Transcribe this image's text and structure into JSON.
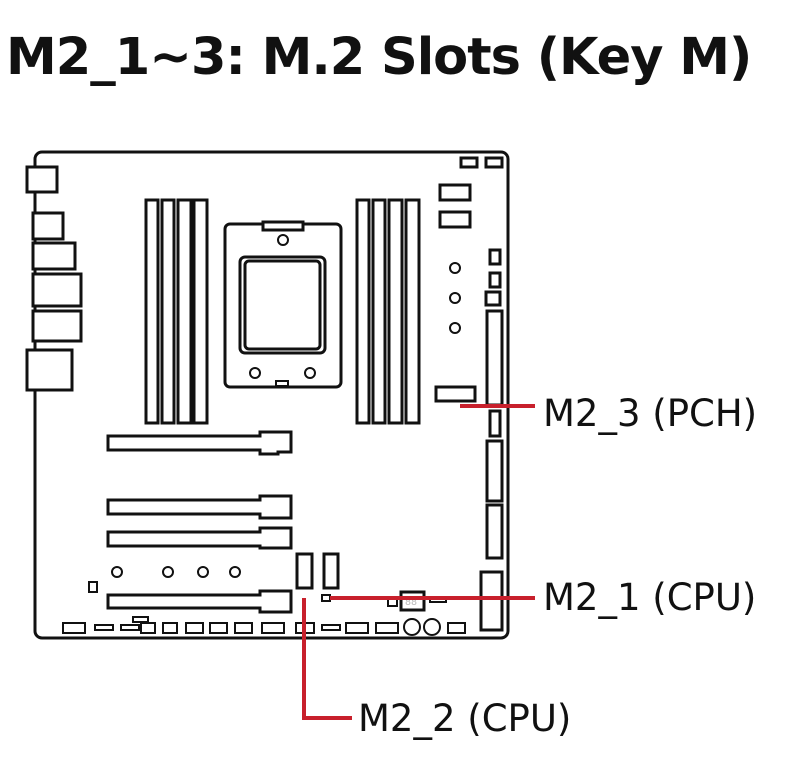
{
  "title": "M2_1~3: M.2 Slots (Key M)",
  "labels": {
    "m2_3": "M2_3 (PCH)",
    "m2_1": "M2_1 (CPU)",
    "m2_2": "M2_2 (CPU)"
  },
  "colors": {
    "callout": "#c8202c",
    "outline": "#111111"
  }
}
